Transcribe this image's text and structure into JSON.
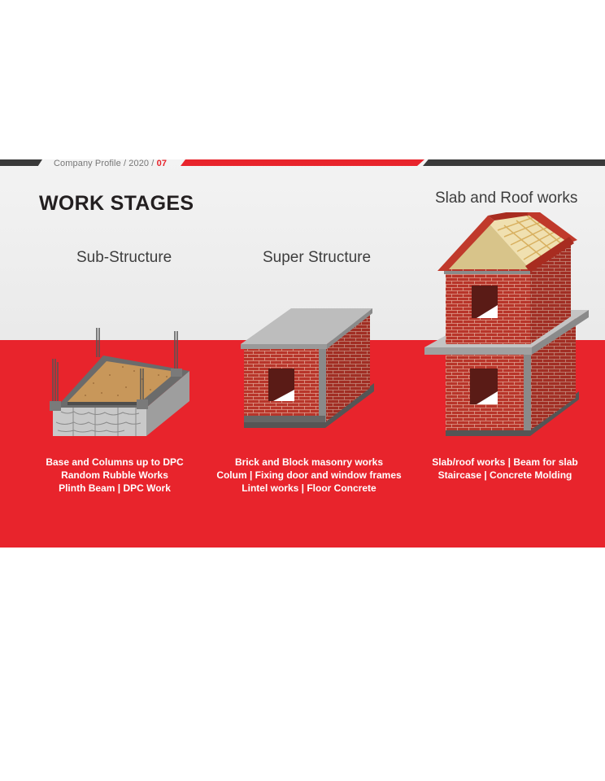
{
  "header": {
    "prefix": "Company Profile / 2020 / ",
    "page_number": "07"
  },
  "title": "WORK STAGES",
  "stages": [
    {
      "name": "Sub-Structure",
      "lines": [
        "Base and Columns up to DPC",
        "Random Rubble Works",
        "Plinth Beam | DPC Work"
      ]
    },
    {
      "name": "Super Structure",
      "lines": [
        "Brick and Block masonry works",
        "Colum | Fixing door and window frames",
        "Lintel works | Floor Concrete"
      ]
    },
    {
      "name": "Slab and Roof works",
      "lines": [
        "Slab/roof works | Beam for slab",
        "Staircase | Concrete Molding"
      ]
    }
  ],
  "colors": {
    "accent_red": "#e8242c",
    "dark": "#3a3a3a",
    "brick": "#b8352a"
  }
}
